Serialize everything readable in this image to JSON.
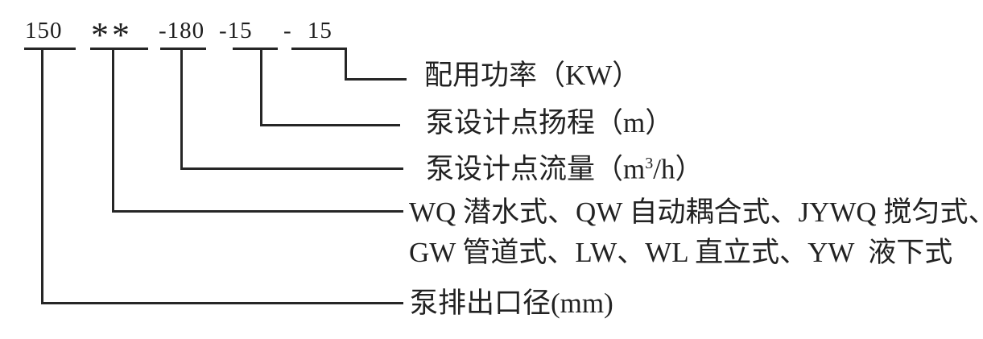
{
  "code": {
    "segments": [
      "150",
      "**",
      "-180",
      "-15",
      "- 15"
    ]
  },
  "labels": {
    "power": "配用功率（KW）",
    "head": "泵设计点扬程（m）",
    "flow_prefix": "泵设计点流量（m",
    "flow_sup": "3",
    "flow_suffix": "/h）",
    "type_line1": "WQ 潜水式、QW 自动耦合式、JYWQ 搅匀式、",
    "type_line2": "GW 管道式、LW、WL 直立式、YW  液下式",
    "outlet": "泵排出口径(mm)"
  }
}
